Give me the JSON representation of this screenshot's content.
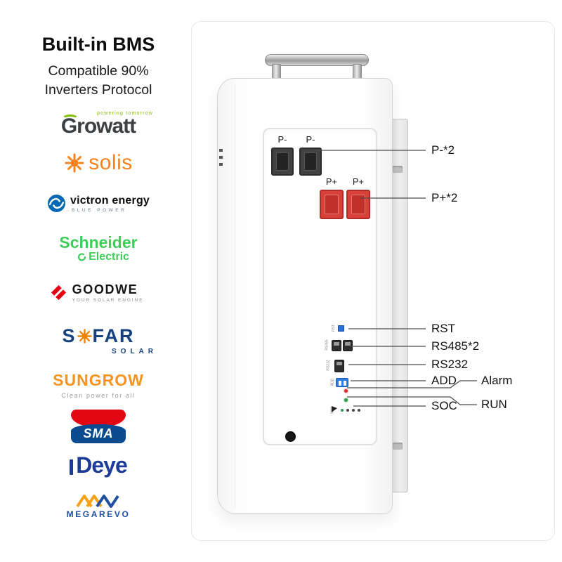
{
  "left_panel": {
    "title": "Built-in BMS",
    "subtitle": [
      "Compatible 90%",
      "Inverters Protocol"
    ],
    "brands": {
      "growatt": {
        "name": "Growatt",
        "tagline": "powering tomorrow"
      },
      "solis": {
        "name": "solis"
      },
      "victron": {
        "name": "victron energy",
        "tagline": "BLUE POWER"
      },
      "schneider": {
        "name": "Schneider",
        "sub": "Electric"
      },
      "goodwe": {
        "name": "GOODWE",
        "tagline": "YOUR SOLAR ENGINE"
      },
      "sofar": {
        "pre": "S",
        "post": "FAR",
        "sub": "SOLAR"
      },
      "sungrow": {
        "name": "SUNGROW",
        "tagline": "Clean power for all"
      },
      "sma": {
        "name": "SMA"
      },
      "deye": {
        "name": "Deye"
      },
      "megarevo": {
        "name": "MEGAREVO"
      }
    }
  },
  "device": {
    "terminals": {
      "p_minus": "P-",
      "p_plus": "P+"
    },
    "ports": {
      "rst": "RST",
      "rs485": "RS485",
      "rs232": "RS232",
      "add": "ADD",
      "soc": "SOC"
    },
    "callouts": {
      "p_minus": "P-*2",
      "p_plus": "P+*2",
      "rst": "RST",
      "rs485": "RS485*2",
      "rs232": "RS232",
      "add": "ADD",
      "alarm": "Alarm",
      "soc": "SOC",
      "run": "RUN"
    }
  },
  "colors": {
    "growatt_green": "#84bd00",
    "solis_orange": "#f5821f",
    "victron_blue": "#0069b4",
    "schneider_green": "#3dcd58",
    "goodwe_red": "#e60012",
    "sofar_blue": "#16427f",
    "sofar_orange": "#f08300",
    "sungrow_orange": "#f7941d",
    "sma_red": "#e30613",
    "sma_blue": "#0a4a8f",
    "deye_blue": "#1d3c97",
    "megarevo_blue": "#1e4fa0",
    "megarevo_orange": "#f7a21b",
    "connector_negative": "#414141",
    "connector_positive": "#d84039",
    "add_switch_blue": "#2f7de1"
  }
}
